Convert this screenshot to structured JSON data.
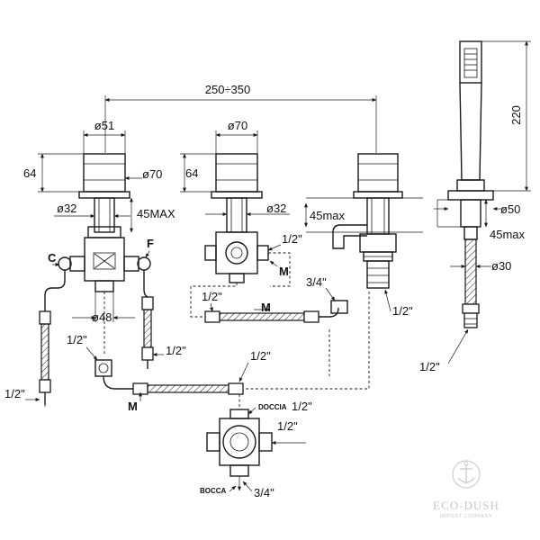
{
  "dimensions": {
    "spacing": "250÷350",
    "d51": "ø51",
    "d70_left": "ø70",
    "d70_center": "ø70",
    "h64_left": "64",
    "h64_center": "64",
    "d32_left": "ø32",
    "d32_center": "ø32",
    "max45_left": "45MAX",
    "max45_center": "45max",
    "max45_right": "45max",
    "d48": "ø48",
    "h220": "220",
    "d50": "ø50",
    "d30": "ø30"
  },
  "threads": {
    "half": "1/2\"",
    "three_quarter": "3/4\""
  },
  "labels": {
    "c": "C",
    "f": "F",
    "m": "M",
    "doccia": "DOCCIA",
    "bocca": "BOCCA"
  },
  "watermark": {
    "brand": "ECO-DUSH",
    "tagline": "IMPORT COMPANY"
  }
}
